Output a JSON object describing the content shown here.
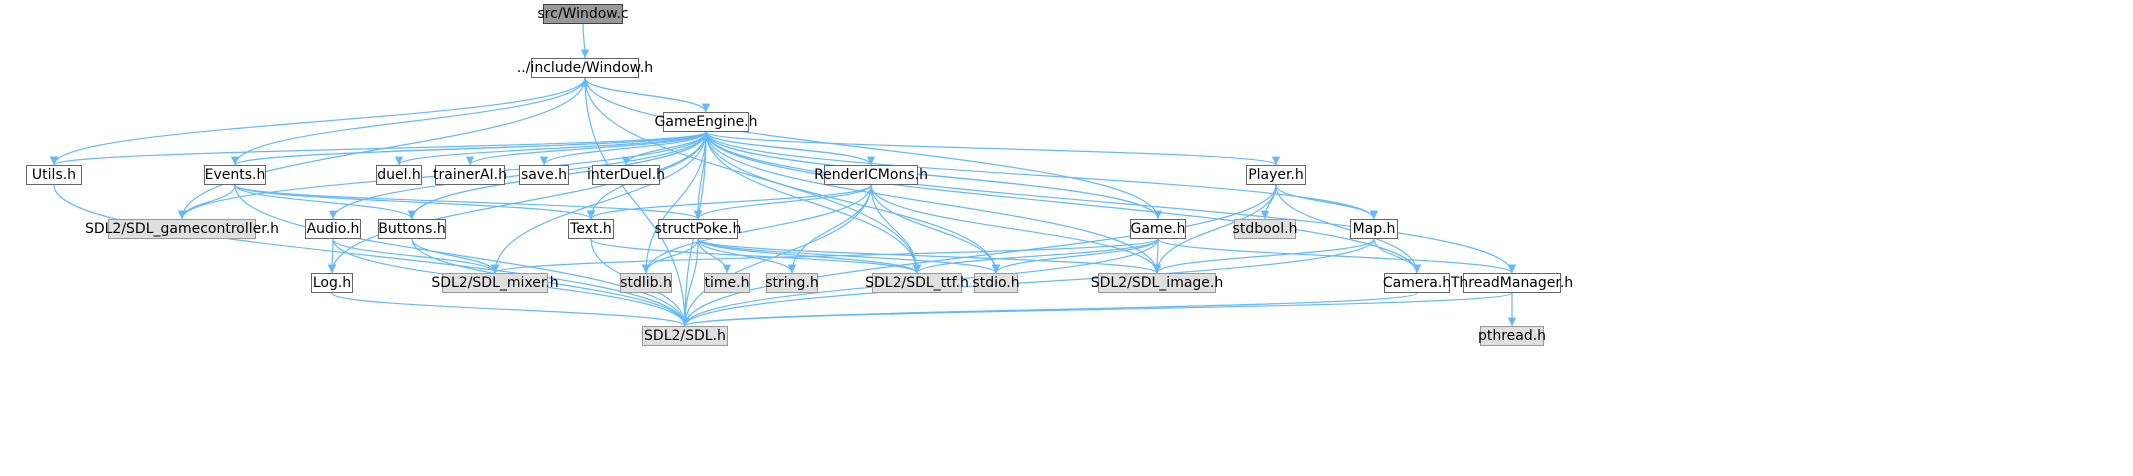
{
  "diagram": {
    "type": "include-dependency-graph",
    "edge_color": "#63b8ff",
    "colors": {
      "root_fill": "#999999",
      "local_fill": "#ffffff",
      "system_fill": "#e0e0e0",
      "border": "#666666"
    },
    "nodes": {
      "window_c": "src/Window.c",
      "window_h": "../include/Window.h",
      "game_engine_h": "GameEngine.h",
      "utils_h": "Utils.h",
      "events_h": "Events.h",
      "duel_h": "duel.h",
      "trainer_ai_h": "trainerAI.h",
      "save_h": "save.h",
      "inter_duel_h": "interDuel.h",
      "render_icmons_h": "RenderICMons.h",
      "player_h": "Player.h",
      "sdl_gamecontroller_h": "SDL2/SDL_gamecontroller.h",
      "audio_h": "Audio.h",
      "buttons_h": "Buttons.h",
      "text_h": "Text.h",
      "struct_poke_h": "structPoke.h",
      "game_h": "Game.h",
      "stdbool_h": "stdbool.h",
      "map_h": "Map.h",
      "log_h": "Log.h",
      "sdl_mixer_h": "SDL2/SDL_mixer.h",
      "stdlib_h": "stdlib.h",
      "time_h": "time.h",
      "string_h": "string.h",
      "sdl_ttf_h": "SDL2/SDL_ttf.h",
      "stdio_h": "stdio.h",
      "sdl_image_h": "SDL2/SDL_image.h",
      "camera_h": "Camera.h",
      "thread_manager_h": "ThreadManager.h",
      "sdl_h": "SDL2/SDL.h",
      "pthread_h": "pthread.h"
    },
    "edges": [
      [
        "window_c",
        "window_h"
      ],
      [
        "window_h",
        "game_engine_h"
      ],
      [
        "window_h",
        "utils_h"
      ],
      [
        "window_h",
        "sdl_gamecontroller_h"
      ],
      [
        "window_h",
        "sdl_ttf_h"
      ],
      [
        "window_h",
        "sdl_h"
      ],
      [
        "game_engine_h",
        "window_h"
      ],
      [
        "game_engine_h",
        "utils_h"
      ],
      [
        "game_engine_h",
        "events_h"
      ],
      [
        "game_engine_h",
        "duel_h"
      ],
      [
        "game_engine_h",
        "trainer_ai_h"
      ],
      [
        "game_engine_h",
        "save_h"
      ],
      [
        "game_engine_h",
        "inter_duel_h"
      ],
      [
        "game_engine_h",
        "render_icmons_h"
      ],
      [
        "game_engine_h",
        "player_h"
      ],
      [
        "game_engine_h",
        "sdl_gamecontroller_h"
      ],
      [
        "game_engine_h",
        "audio_h"
      ],
      [
        "game_engine_h",
        "buttons_h"
      ],
      [
        "game_engine_h",
        "text_h"
      ],
      [
        "game_engine_h",
        "struct_poke_h"
      ],
      [
        "game_engine_h",
        "game_h"
      ],
      [
        "game_engine_h",
        "map_h"
      ],
      [
        "game_engine_h",
        "log_h"
      ],
      [
        "game_engine_h",
        "sdl_mixer_h"
      ],
      [
        "game_engine_h",
        "stdlib_h"
      ],
      [
        "game_engine_h",
        "sdl_ttf_h"
      ],
      [
        "game_engine_h",
        "stdio_h"
      ],
      [
        "game_engine_h",
        "sdl_image_h"
      ],
      [
        "game_engine_h",
        "camera_h"
      ],
      [
        "game_engine_h",
        "thread_manager_h"
      ],
      [
        "game_engine_h",
        "sdl_h"
      ],
      [
        "utils_h",
        "sdl_h"
      ],
      [
        "events_h",
        "window_h"
      ],
      [
        "events_h",
        "game_engine_h"
      ],
      [
        "events_h",
        "sdl_gamecontroller_h"
      ],
      [
        "events_h",
        "buttons_h"
      ],
      [
        "events_h",
        "text_h"
      ],
      [
        "events_h",
        "struct_poke_h"
      ],
      [
        "events_h",
        "sdl_h"
      ],
      [
        "render_icmons_h",
        "game_engine_h"
      ],
      [
        "render_icmons_h",
        "text_h"
      ],
      [
        "render_icmons_h",
        "struct_poke_h"
      ],
      [
        "render_icmons_h",
        "stdlib_h"
      ],
      [
        "render_icmons_h",
        "string_h"
      ],
      [
        "render_icmons_h",
        "sdl_ttf_h"
      ],
      [
        "render_icmons_h",
        "stdio_h"
      ],
      [
        "render_icmons_h",
        "sdl_image_h"
      ],
      [
        "render_icmons_h",
        "sdl_h"
      ],
      [
        "player_h",
        "stdbool_h"
      ],
      [
        "player_h",
        "map_h"
      ],
      [
        "player_h",
        "sdl_image_h"
      ],
      [
        "player_h",
        "camera_h"
      ],
      [
        "player_h",
        "sdl_h"
      ],
      [
        "audio_h",
        "log_h"
      ],
      [
        "audio_h",
        "sdl_mixer_h"
      ],
      [
        "audio_h",
        "sdl_h"
      ],
      [
        "buttons_h",
        "game_engine_h"
      ],
      [
        "buttons_h",
        "sdl_mixer_h"
      ],
      [
        "buttons_h",
        "sdl_h"
      ],
      [
        "text_h",
        "sdl_ttf_h"
      ],
      [
        "text_h",
        "sdl_h"
      ],
      [
        "struct_poke_h",
        "stdlib_h"
      ],
      [
        "struct_poke_h",
        "time_h"
      ],
      [
        "struct_poke_h",
        "string_h"
      ],
      [
        "struct_poke_h",
        "sdl_ttf_h"
      ],
      [
        "struct_poke_h",
        "stdio_h"
      ],
      [
        "struct_poke_h",
        "sdl_image_h"
      ],
      [
        "struct_poke_h",
        "sdl_h"
      ],
      [
        "game_h",
        "window_h"
      ],
      [
        "game_h",
        "game_engine_h"
      ],
      [
        "game_h",
        "sdl_mixer_h"
      ],
      [
        "game_h",
        "sdl_ttf_h"
      ],
      [
        "game_h",
        "stdio_h"
      ],
      [
        "game_h",
        "sdl_image_h"
      ],
      [
        "game_h",
        "thread_manager_h"
      ],
      [
        "game_h",
        "sdl_h"
      ],
      [
        "map_h",
        "sdl_image_h"
      ],
      [
        "map_h",
        "camera_h"
      ],
      [
        "map_h",
        "sdl_h"
      ],
      [
        "log_h",
        "sdl_h"
      ],
      [
        "camera_h",
        "sdl_h"
      ],
      [
        "thread_manager_h",
        "sdl_h"
      ],
      [
        "thread_manager_h",
        "pthread_h"
      ]
    ]
  }
}
